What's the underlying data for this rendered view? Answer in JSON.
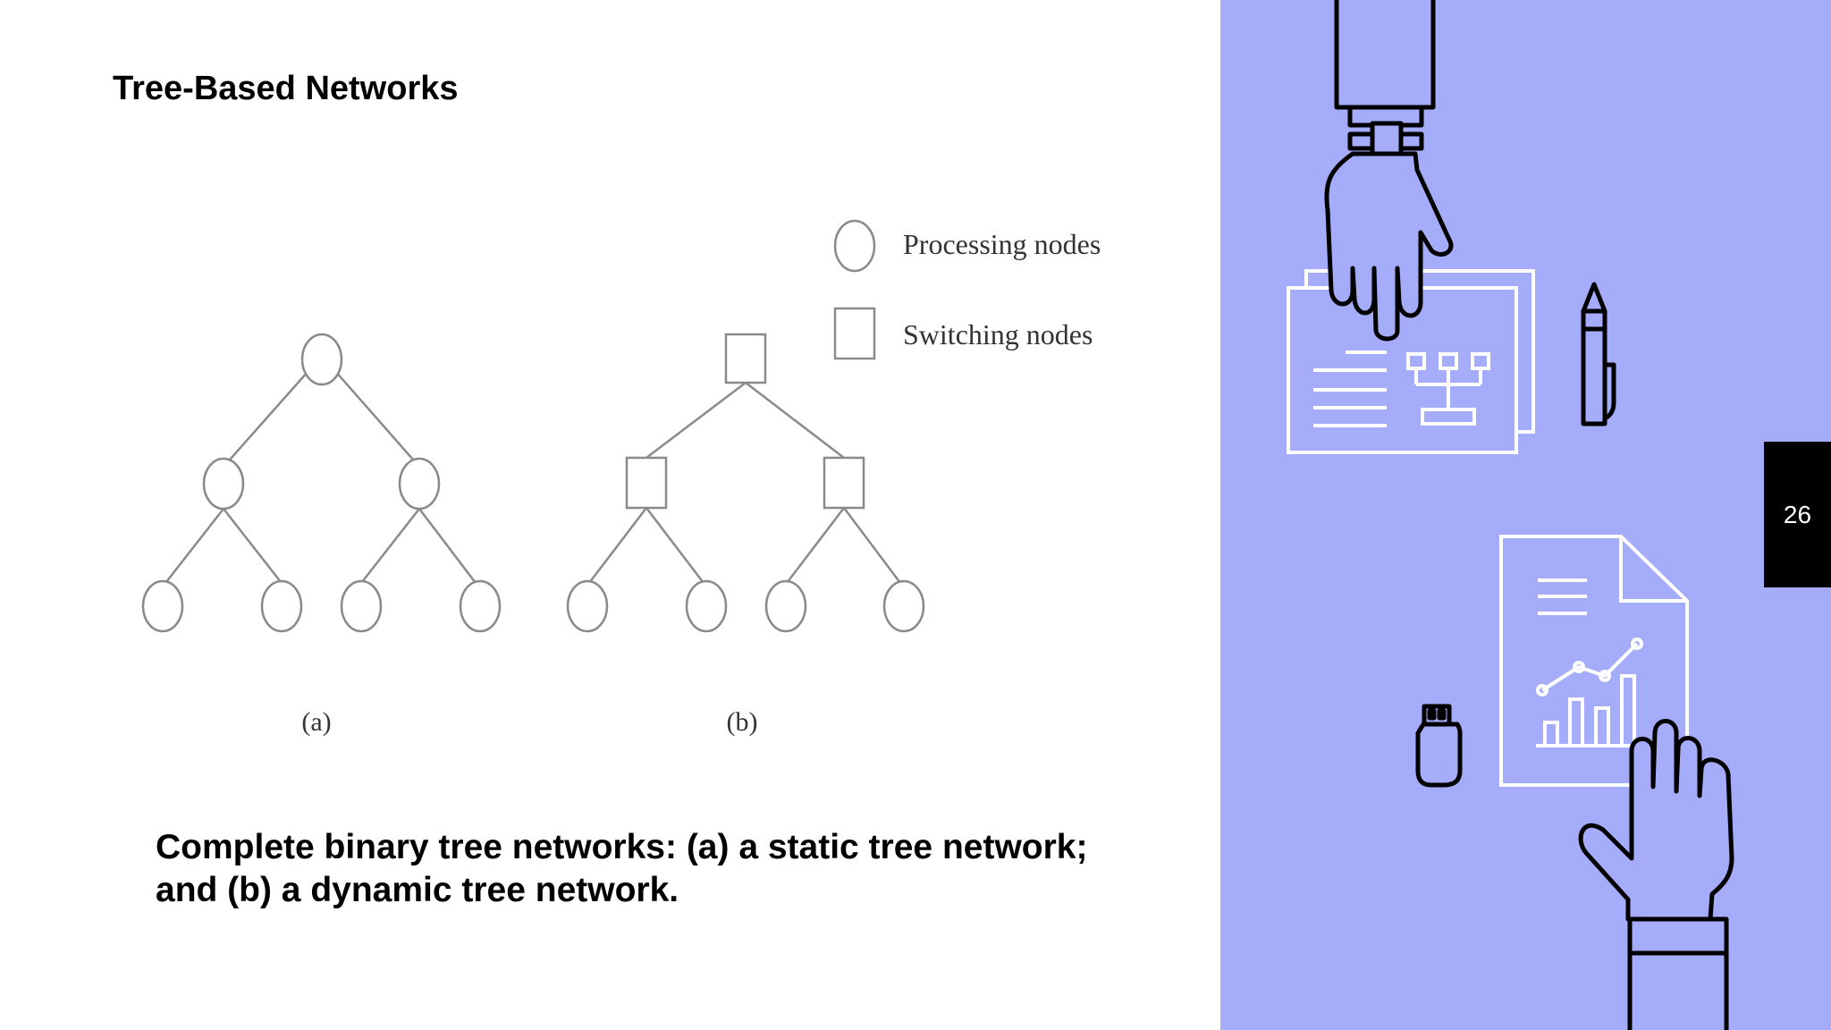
{
  "slide": {
    "title": "Tree-Based Networks",
    "caption_line1": "Complete binary tree networks: (a) a static tree network;",
    "caption_line2": "and (b) a dynamic tree network.",
    "page_number": "26"
  },
  "diagram": {
    "legend": {
      "processing_label": "Processing nodes",
      "switching_label": "Switching nodes"
    },
    "tree_a_label": "(a)",
    "tree_b_label": "(b)"
  },
  "colors": {
    "panel_background": "#a5acfa",
    "line_art": "#000000",
    "document_outline": "#ffffff",
    "diagram_stroke": "#8a8a8a"
  },
  "illustration": {
    "icons": [
      "hand-with-watch-icon",
      "document-with-org-chart-icon",
      "pen-icon",
      "usb-drive-icon",
      "report-with-chart-icon",
      "hand-icon"
    ]
  }
}
